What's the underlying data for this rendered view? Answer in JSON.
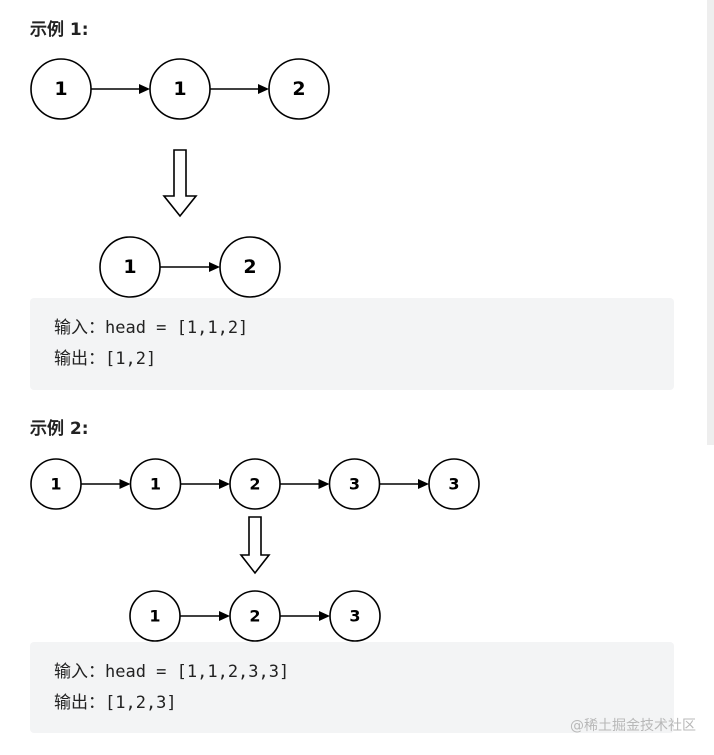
{
  "examples": [
    {
      "title": "示例 1:",
      "input_nodes": [
        "1",
        "1",
        "2"
      ],
      "output_nodes": [
        "1",
        "2"
      ],
      "input_line": "输入：head = [1,1,2]",
      "output_line": "输出：[1,2]"
    },
    {
      "title": "示例 2:",
      "input_nodes": [
        "1",
        "1",
        "2",
        "3",
        "3"
      ],
      "output_nodes": [
        "1",
        "2",
        "3"
      ],
      "input_line": "输入：head = [1,1,2,3,3]",
      "output_line": "输出：[1,2,3]"
    }
  ],
  "watermark": "@稀土掘金技术社区"
}
